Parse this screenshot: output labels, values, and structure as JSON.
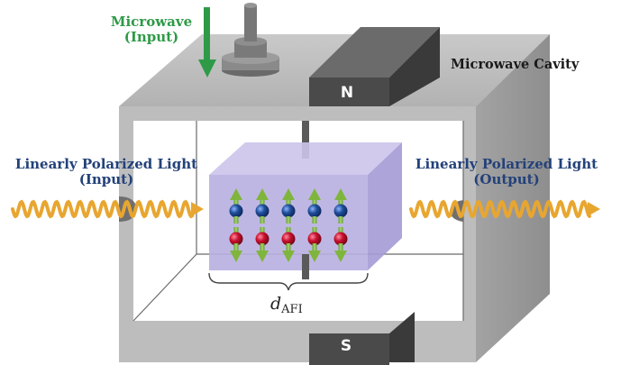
{
  "labels": {
    "microwave_line1": "Microwave",
    "microwave_line2": "(Input)",
    "cavity": "Microwave Cavity",
    "light_input_line1": "Linearly Polarized Light",
    "light_input_line2": "(Input)",
    "light_output_line1": "Linearly Polarized Light",
    "light_output_line2": "(Output)",
    "pole_north": "N",
    "pole_south": "S",
    "thickness_symbol": "d",
    "thickness_subscript": "AFI"
  },
  "colors": {
    "microwave_arrow": "#2e9a47",
    "light_wave": "#e8a630",
    "light_label": "#23417a",
    "cavity_gray": "#b8b8b8",
    "magnet": "#4a4a4a",
    "crystal": "#b3a9dd",
    "spin_up_atom": "#1f4e9a",
    "spin_down_atom": "#c8102e",
    "spin_arrow": "#7fb53d"
  },
  "spin_chain": {
    "columns": 5,
    "top_row": "up",
    "bottom_row": "down"
  }
}
